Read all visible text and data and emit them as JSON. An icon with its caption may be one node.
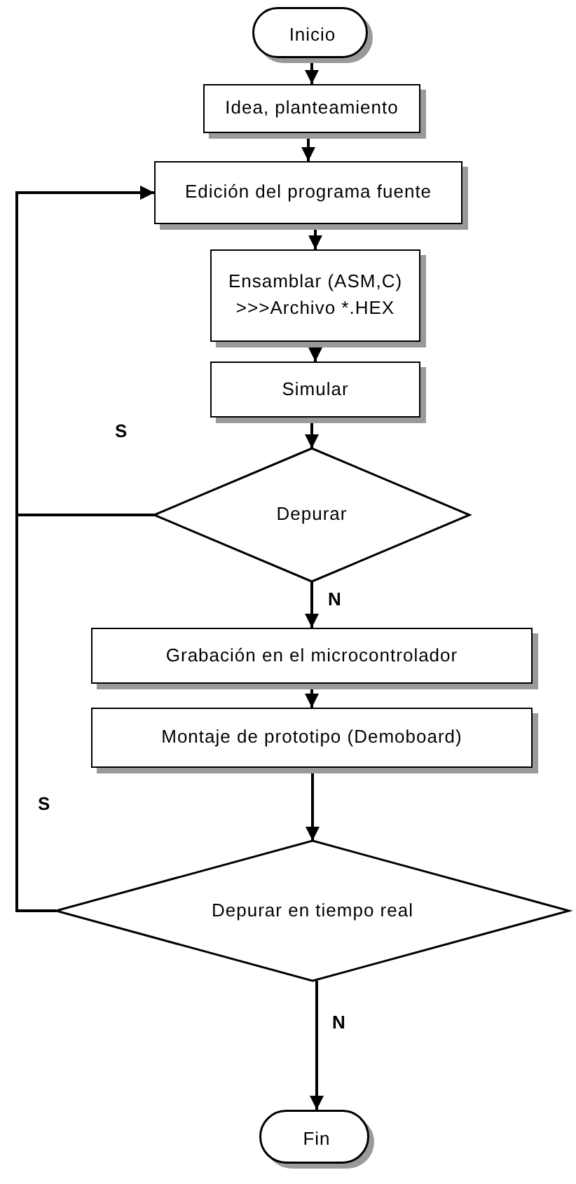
{
  "diagram": {
    "nodes": [
      {
        "text": [
          "Inicio"
        ]
      },
      {
        "text": [
          "Idea, planteamiento"
        ]
      },
      {
        "text": [
          "Edición del programa fuente"
        ]
      },
      {
        "text": [
          "Ensamblar (ASM,C) >>>Archivo *.HEX"
        ]
      },
      {
        "text": [
          "Simular"
        ]
      },
      {
        "text": [
          "Depurar"
        ]
      },
      {
        "text": [
          "Grabación en el microcontrolador"
        ]
      },
      {
        "text": [
          "Montaje de prototipo (Demoboard)"
        ]
      },
      {
        "text": [
          "Depurar en tiempo real"
        ]
      },
      {
        "text": [
          "Fin"
        ]
      }
    ],
    "edges": [
      {
        "from": 0,
        "to": 1,
        "arrow": "to"
      },
      {
        "from": 1,
        "to": 2,
        "arrow": "to"
      },
      {
        "from": 2,
        "to": 3,
        "arrow": "to"
      },
      {
        "from": 3,
        "to": 4,
        "arrow": "to"
      },
      {
        "from": 4,
        "to": 5,
        "arrow": "to"
      },
      {
        "from": 5,
        "to": 6,
        "arrow": "to",
        "label": "N"
      },
      {
        "from": 6,
        "to": 7,
        "arrow": "to"
      },
      {
        "from": 7,
        "to": 8,
        "arrow": "to"
      },
      {
        "from": 8,
        "to": 9,
        "arrow": "to",
        "label": "N"
      },
      {
        "from": 5,
        "to": 2,
        "arrow": "to",
        "label": "S"
      },
      {
        "from": 8,
        "to": 2,
        "arrow": "to",
        "label": "S"
      }
    ]
  }
}
